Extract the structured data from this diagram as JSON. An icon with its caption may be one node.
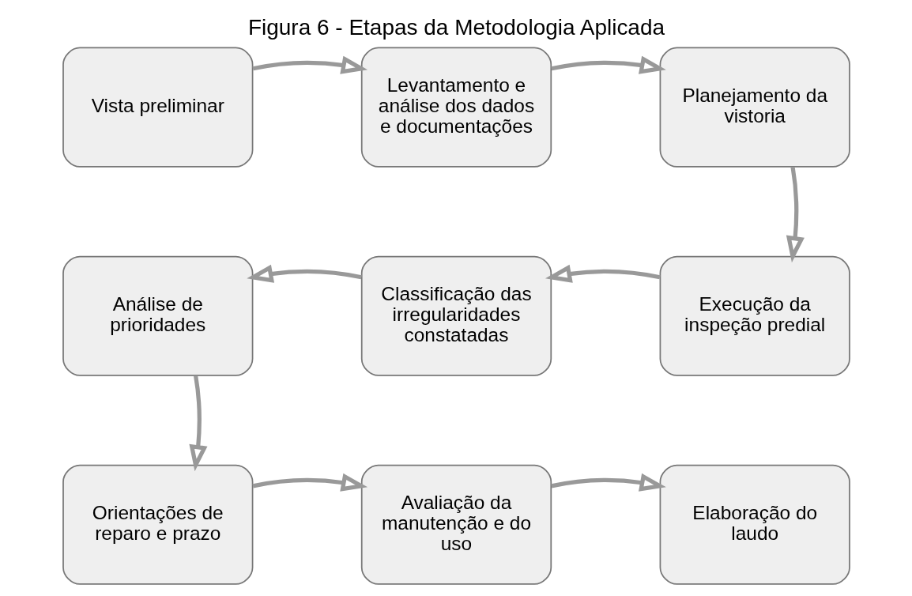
{
  "diagram": {
    "title": "Figura 6 - Etapas da Metodologia Aplicada",
    "nodes": [
      {
        "text": [
          "Vista preliminar"
        ]
      },
      {
        "text": [
          "Levantamento e análise dos dados e documentações"
        ]
      },
      {
        "text": [
          "Planejamento da vistoria"
        ]
      },
      {
        "text": [
          "Análise de prioridades"
        ]
      },
      {
        "text": [
          "Classificação das irregularidades constatadas"
        ]
      },
      {
        "text": [
          "Execução da inspeção predial"
        ]
      },
      {
        "text": [
          "Orientações de reparo e prazo"
        ]
      },
      {
        "text": [
          "Avaliação da manutenção e do uso"
        ]
      },
      {
        "text": [
          "Elaboração do laudo"
        ]
      }
    ],
    "edges": [
      {
        "from": 0,
        "to": 1,
        "arrow": "to"
      },
      {
        "from": 1,
        "to": 2,
        "arrow": "to"
      },
      {
        "from": 2,
        "to": 5,
        "arrow": "to"
      },
      {
        "from": 5,
        "to": 4,
        "arrow": "to"
      },
      {
        "from": 4,
        "to": 3,
        "arrow": "to"
      },
      {
        "from": 3,
        "to": 6,
        "arrow": "to"
      },
      {
        "from": 6,
        "to": 7,
        "arrow": "to"
      },
      {
        "from": 7,
        "to": 8,
        "arrow": "to"
      }
    ]
  }
}
